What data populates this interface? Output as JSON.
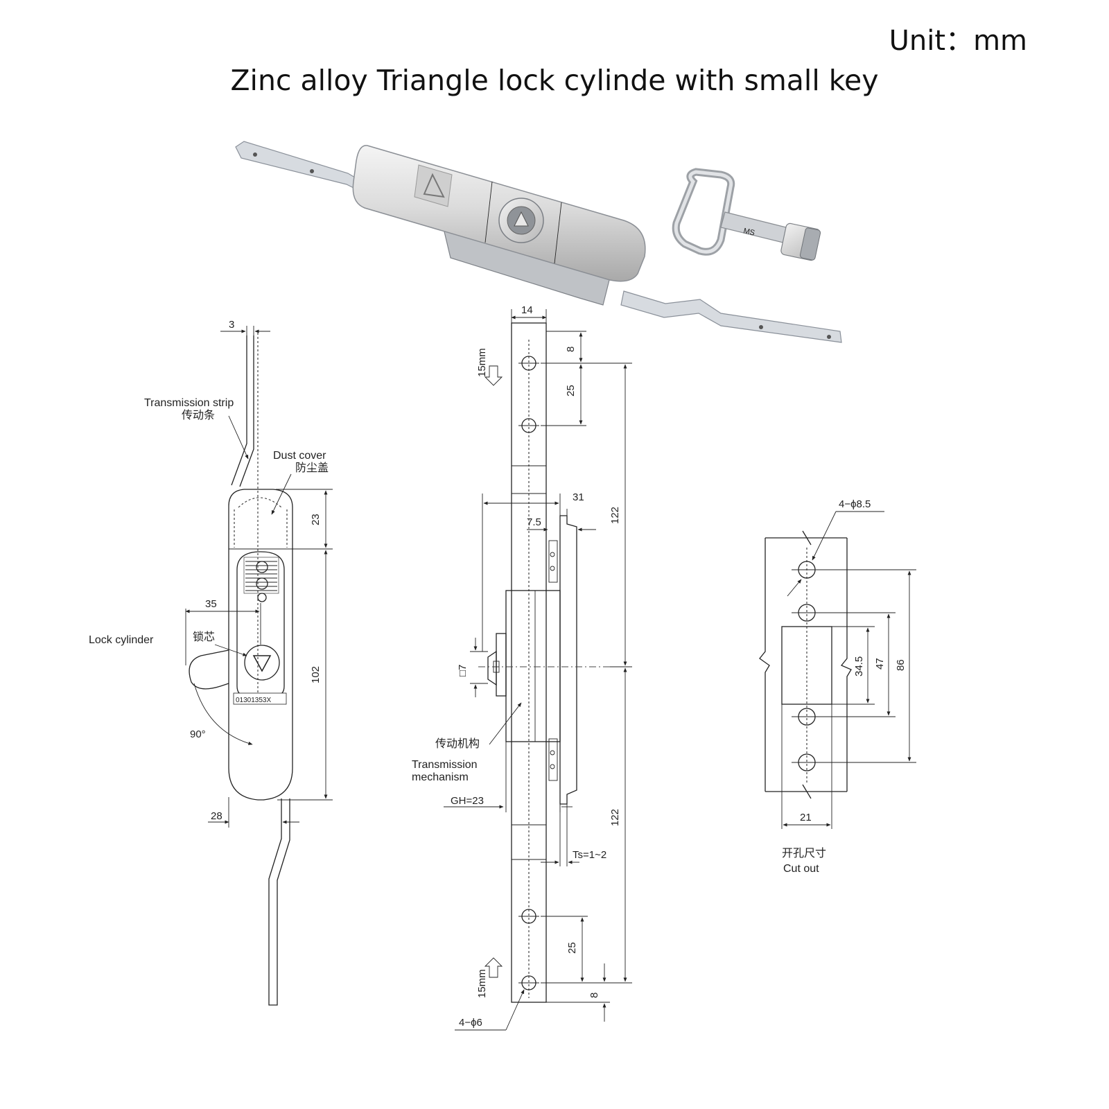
{
  "header": {
    "unit": "Unit：mm",
    "title": "Zinc alloy Triangle lock cylinde with small key"
  },
  "photo": {
    "key_stamp": "MS"
  },
  "side_view": {
    "dim_top_width": "3",
    "label_transmission_strip": "Transmission strip",
    "label_transmission_strip_cn": "传动条",
    "label_dust_cover": "Dust cover",
    "label_dust_cover_cn": "防尘盖",
    "dim_dust_cover": "23",
    "dim_handle_offset": "35",
    "label_lock_cylinder": "Lock cylinder",
    "label_lock_cylinder_cn": "锁芯",
    "dim_body_length": "102",
    "part_number": "01301353X",
    "angle": "90°",
    "dim_bottom_width": "28"
  },
  "front_view": {
    "dim_strip_width": "14",
    "stroke_top": "15mm",
    "dim_hole_edge_top": "8",
    "dim_hole_pitch_top": "25",
    "dim_upper_length": "122",
    "dim_depth": "31",
    "dim_plate": "7.5",
    "dim_square": "□7",
    "label_mechanism_cn": "传动机构",
    "label_mechanism_line1": "Transmission",
    "label_mechanism_line2": "mechanism",
    "dim_gh": "GH=23",
    "dim_lower_length": "122",
    "dim_ts": "Ts=1~2",
    "dim_hole_pitch_bottom": "25",
    "stroke_bottom": "15mm",
    "dim_hole_edge_bottom": "8",
    "holes_bottom": "4−ϕ6"
  },
  "cutout_view": {
    "holes": "4−ϕ8.5",
    "dim_window": "34.5",
    "dim_inner_pitch": "47",
    "dim_outer_pitch": "86",
    "dim_window_width": "21",
    "caption_cn": "开孔尺寸",
    "caption_en": "Cut out"
  }
}
